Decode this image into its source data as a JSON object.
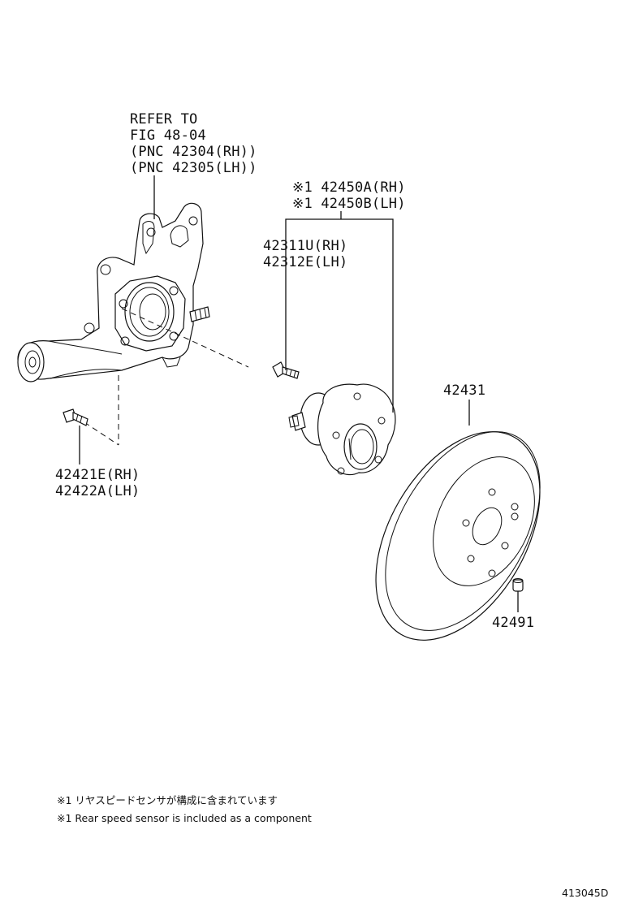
{
  "callouts": {
    "knuckle_ref": {
      "line1": "REFER TO",
      "line2": "FIG 48-04",
      "line3": "(PNC 42304(RH))",
      "line4": "(PNC 42305(LH))"
    },
    "hub_assembly": {
      "rh": "※1 42450A(RH)",
      "lh": "※1 42450B(LH)"
    },
    "hub_bolt": {
      "rh": "42311U(RH)",
      "lh": "42312E(LH)"
    },
    "knuckle_bolt": {
      "rh": "42421E(RH)",
      "lh": "42422A(LH)"
    },
    "brake_disc": "42431",
    "disc_screw": "42491"
  },
  "notes": {
    "jp": "※1 リヤスピードセンサが構成に含まれています",
    "en": "※1 Rear speed sensor is included as a component"
  },
  "figure_id": "413045D"
}
